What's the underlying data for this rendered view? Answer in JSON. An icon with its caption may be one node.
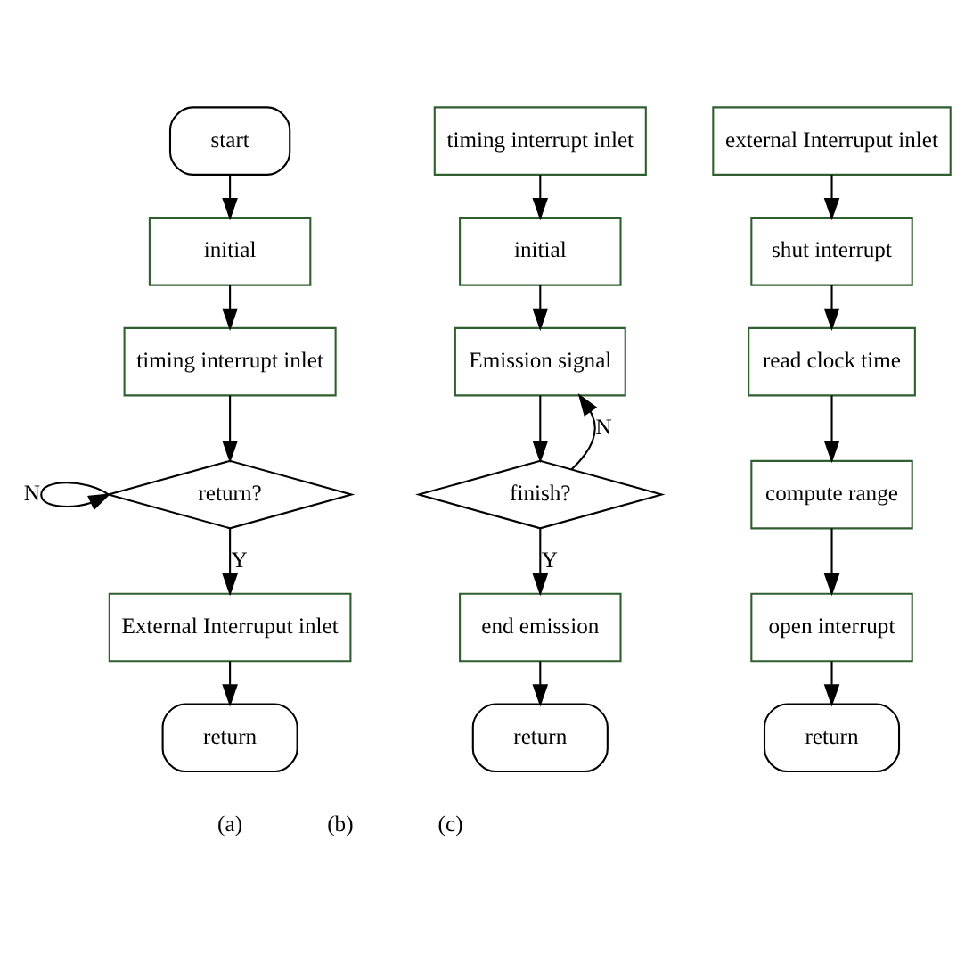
{
  "diagram": {
    "nodes": [
      {
        "text": [
          "start"
        ]
      },
      {
        "text": [
          "initial"
        ]
      },
      {
        "text": [
          "timing interrupt inlet"
        ]
      },
      {
        "text": [
          "return?"
        ]
      },
      {
        "text": [
          "External Interruput inlet"
        ]
      },
      {
        "text": [
          "return"
        ]
      },
      {
        "text": [
          "timing interrupt inlet"
        ]
      },
      {
        "text": [
          "initial"
        ]
      },
      {
        "text": [
          "Emission signal"
        ]
      },
      {
        "text": [
          "finish?"
        ]
      },
      {
        "text": [
          "end emission"
        ]
      },
      {
        "text": [
          "return"
        ]
      },
      {
        "text": [
          "external Interruput inlet"
        ]
      },
      {
        "text": [
          "shut interrupt"
        ]
      },
      {
        "text": [
          "read clock time"
        ]
      },
      {
        "text": [
          "compute range"
        ]
      },
      {
        "text": [
          "open interrupt"
        ]
      },
      {
        "text": [
          "return"
        ]
      }
    ],
    "edges": [
      {
        "from": 0,
        "to": 1,
        "arrow": "to"
      },
      {
        "from": 1,
        "to": 2,
        "arrow": "to"
      },
      {
        "from": 2,
        "to": 3,
        "arrow": "to"
      },
      {
        "from": 3,
        "to": 3,
        "arrow": "to",
        "label": "N"
      },
      {
        "from": 3,
        "to": 4,
        "arrow": "to",
        "label": "Y"
      },
      {
        "from": 4,
        "to": 5,
        "arrow": "to"
      },
      {
        "from": 6,
        "to": 7,
        "arrow": "to"
      },
      {
        "from": 7,
        "to": 8,
        "arrow": "to"
      },
      {
        "from": 8,
        "to": 9,
        "arrow": "to"
      },
      {
        "from": 9,
        "to": 8,
        "arrow": "to",
        "label": "N"
      },
      {
        "from": 9,
        "to": 10,
        "arrow": "to",
        "label": "Y"
      },
      {
        "from": 10,
        "to": 11,
        "arrow": "to"
      },
      {
        "from": 12,
        "to": 13,
        "arrow": "to"
      },
      {
        "from": 13,
        "to": 14,
        "arrow": "to"
      },
      {
        "from": 14,
        "to": 15,
        "arrow": "to"
      },
      {
        "from": 15,
        "to": 16,
        "arrow": "to"
      },
      {
        "from": 16,
        "to": 17,
        "arrow": "to"
      }
    ],
    "labels": [
      "(a)",
      "(b)",
      "(c)"
    ]
  }
}
